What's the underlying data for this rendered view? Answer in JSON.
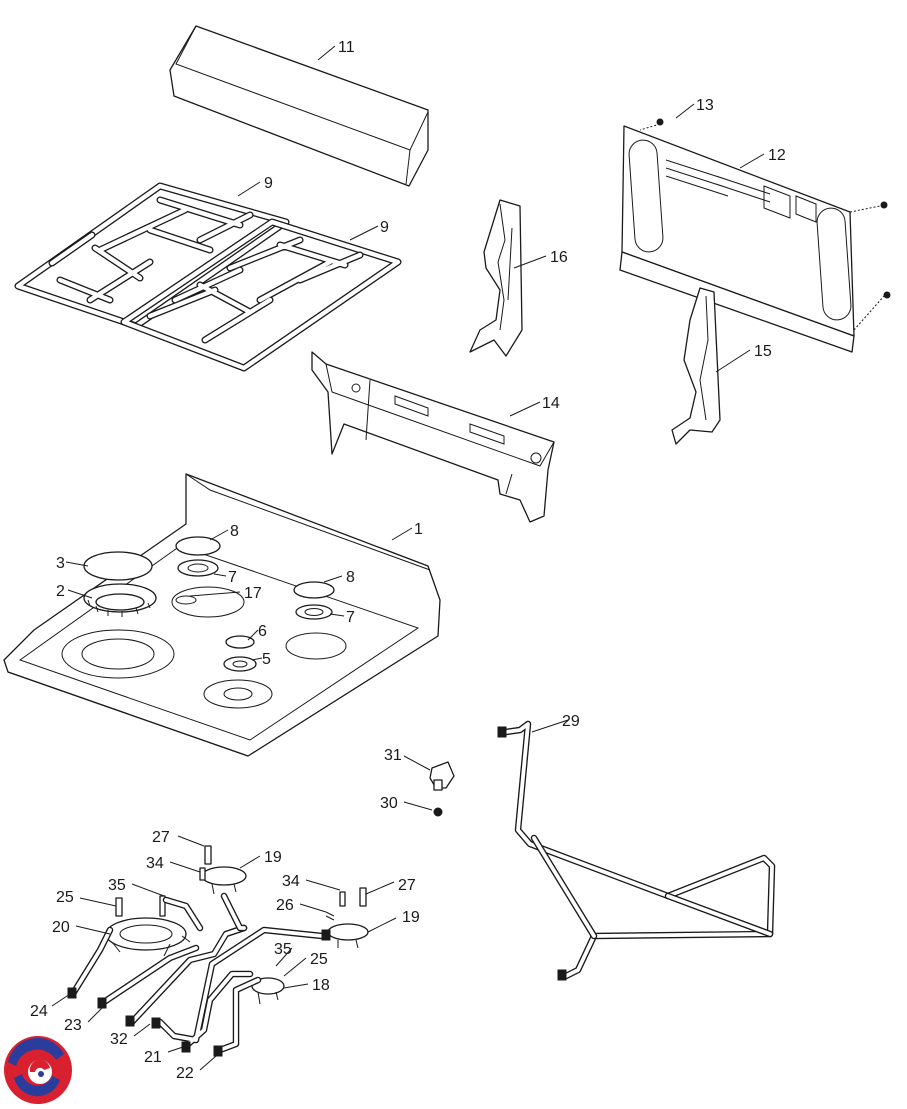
{
  "labels": {
    "p1": "1",
    "p2": "2",
    "p3": "3",
    "p5": "5",
    "p6": "6",
    "p7a": "7",
    "p7b": "7",
    "p8a": "8",
    "p8b": "8",
    "p9a": "9",
    "p9b": "9",
    "p11": "11",
    "p12": "12",
    "p13": "13",
    "p14": "14",
    "p15": "15",
    "p16": "16",
    "p17": "17",
    "p18": "18",
    "p19a": "19",
    "p19b": "19",
    "p20": "20",
    "p21": "21",
    "p22": "22",
    "p23": "23",
    "p24": "24",
    "p25a": "25",
    "p25b": "25",
    "p26": "26",
    "p27a": "27",
    "p27b": "27",
    "p29": "29",
    "p30": "30",
    "p31": "31",
    "p32": "32",
    "p34a": "34",
    "p34b": "34",
    "p35a": "35",
    "p35b": "35"
  },
  "colors": {
    "line": "#1a1a1a",
    "logo_red": "#d8202f",
    "logo_blue": "#2b3d9c"
  },
  "logo": {
    "icon": "spiral-logo-icon"
  }
}
